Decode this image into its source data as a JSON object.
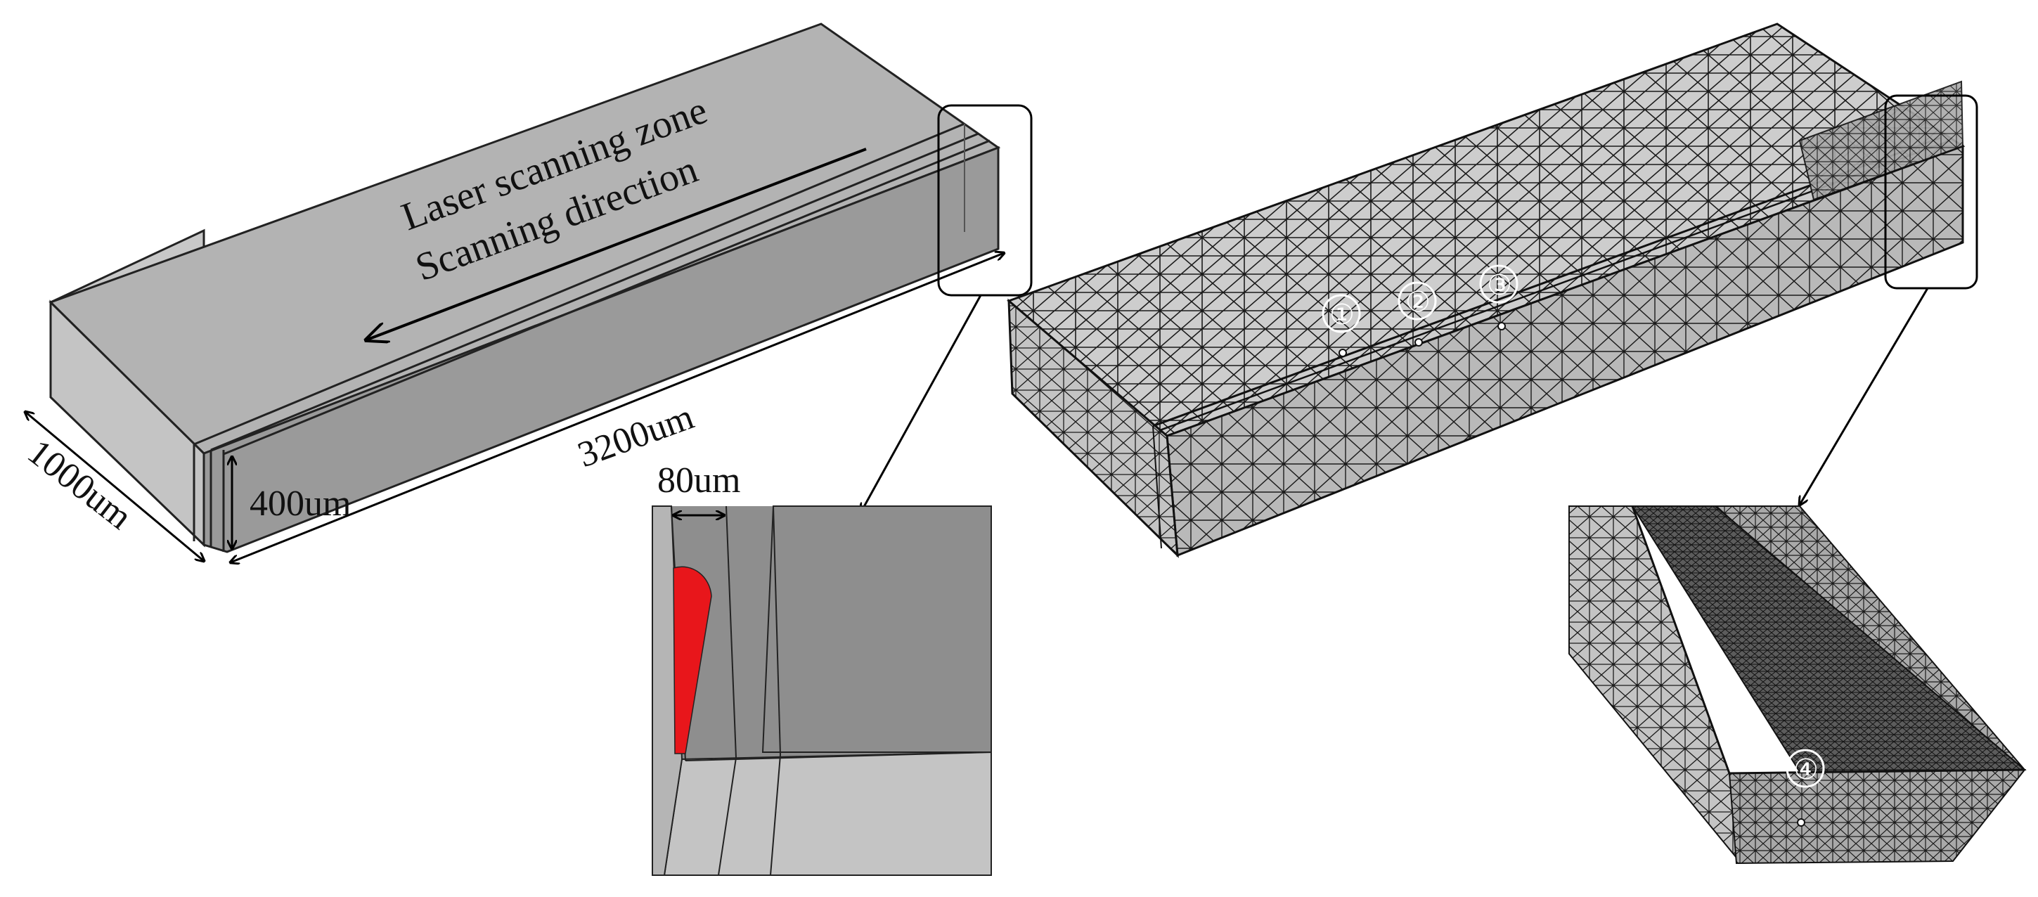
{
  "left_model": {
    "zone_label": "Laser scanning zone",
    "direction_label": "Scanning direction",
    "length_label": "3200um",
    "width_label": "1000um",
    "height_label": "400um",
    "inset_width_label": "80um"
  },
  "right_model": {
    "markers": [
      "①",
      "②",
      "③",
      "④"
    ]
  },
  "colors": {
    "top_face": "#b3b3b3",
    "side_face": "#999999",
    "end_face": "#c8c8c8",
    "melt_pool": "#e8161b",
    "mesh_line": "#1a1a1a"
  }
}
